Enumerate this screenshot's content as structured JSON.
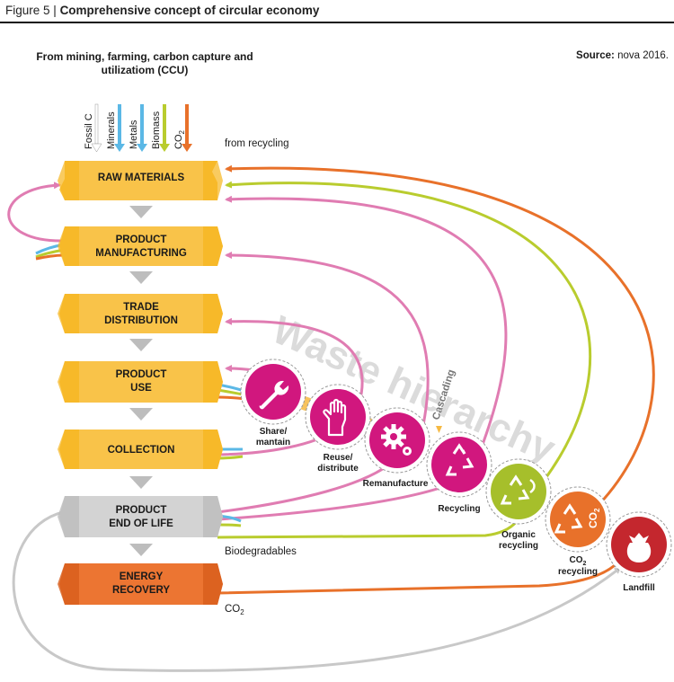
{
  "figure": {
    "label": "Figure 5",
    "title": "Comprehensive concept of circular economy"
  },
  "source": {
    "prefix": "Source:",
    "text": "nova 2016."
  },
  "intro": "From mining, farming, carbon capture and utilizatiom (CCU)",
  "inputs": [
    {
      "label": "Fossil C",
      "color": "#ffffff"
    },
    {
      "label": "Minerals",
      "color": "#5bb8e6"
    },
    {
      "label": "Metals",
      "color": "#5bb8e6"
    },
    {
      "label": "Biomass",
      "color": "#b9cc2e"
    },
    {
      "label": "CO",
      "sub": "2",
      "color": "#e8712a"
    }
  ],
  "from_recycling": "from recycling",
  "stages": [
    {
      "line1": "RAW MATERIALS",
      "line2": ""
    },
    {
      "line1": "PRODUCT",
      "line2": "MANUFACTURING"
    },
    {
      "line1": "TRADE",
      "line2": "DISTRIBUTION"
    },
    {
      "line1": "PRODUCT",
      "line2": "USE"
    },
    {
      "line1": "COLLECTION",
      "line2": ""
    },
    {
      "line1": "PRODUCT",
      "line2": "END OF LIFE"
    },
    {
      "line1": "ENERGY",
      "line2": "RECOVERY"
    }
  ],
  "side_labels": {
    "biodegradables": "Biodegradables",
    "co2": "CO",
    "co2_sub": "2"
  },
  "watermark": "Waste hierarchy",
  "cascading": "Cascading",
  "categories": [
    {
      "line1": "Share/",
      "line2": "mantain",
      "icon": "wrench-icon",
      "color": "#d1177e"
    },
    {
      "line1": "Reuse/",
      "line2": "distribute",
      "icon": "glove-icon",
      "color": "#d1177e"
    },
    {
      "line1": "Remanufacture",
      "line2": "",
      "icon": "gears-icon",
      "color": "#d1177e"
    },
    {
      "line1": "Recycling",
      "line2": "",
      "icon": "recycle-icon",
      "color": "#d1177e"
    },
    {
      "line1": "Organic",
      "line2": "recycling",
      "icon": "organic-recycle-icon",
      "color": "#a6bf2b"
    },
    {
      "line1": "CO",
      "sub": "2",
      "line2": "recycling",
      "icon": "co2-recycle-icon",
      "color": "#e8712a"
    },
    {
      "line1": "Landfill",
      "line2": "",
      "icon": "waste-bag-icon",
      "color": "#c4272e"
    }
  ],
  "colors": {
    "stage_yellow": "#f9c349",
    "stage_grey": "#cfcfcf",
    "stage_orange": "#ec7532",
    "pink": "#e07cb2",
    "green": "#b9cc2e",
    "orange": "#e8712a",
    "blue": "#5bb8e6",
    "grey_line": "#c8c8c8",
    "down_arrow": "#bdbdbd"
  }
}
